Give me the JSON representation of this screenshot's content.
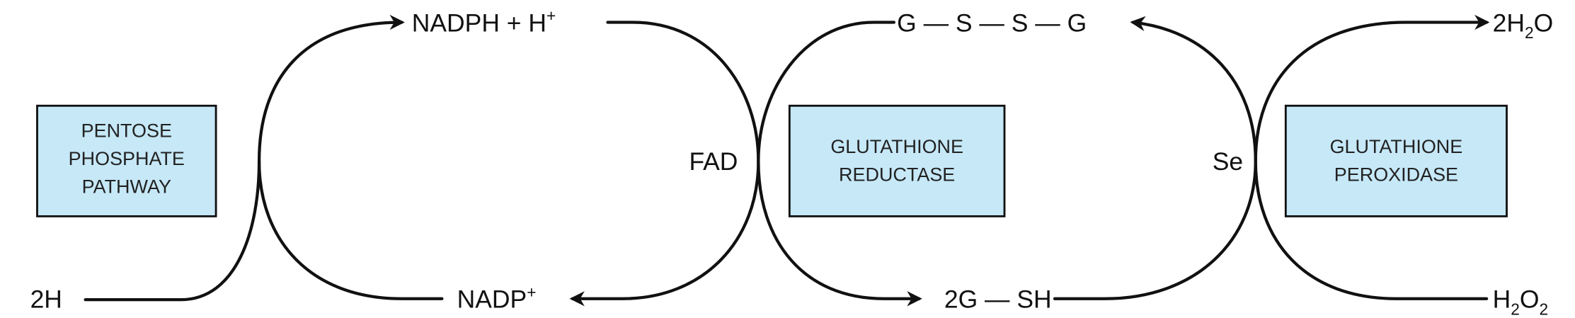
{
  "colors": {
    "enzyme_box_fill": "#c6e8f7",
    "line": "#111111"
  },
  "boxes": {
    "pentose": [
      "PENTOSE",
      "PHOSPHATE",
      "PATHWAY"
    ],
    "reductase": [
      "GLUTATHIONE",
      "REDUCTASE"
    ],
    "peroxidase": [
      "GLUTATHIONE",
      "PEROXIDASE"
    ]
  },
  "labels": {
    "two_h": "2H",
    "nadph": {
      "main": "NADPH + H",
      "sup": "+"
    },
    "nadp": {
      "main": "NADP",
      "sup": "+"
    },
    "fad": "FAD",
    "gssg": "G — S — S — G",
    "gsh": "2G — SH",
    "se": "Se",
    "water": {
      "a": "2H",
      "sub": "2",
      "b": "O"
    },
    "peroxide": {
      "a": "H",
      "sub1": "2",
      "b": "O",
      "sub2": "2"
    }
  }
}
